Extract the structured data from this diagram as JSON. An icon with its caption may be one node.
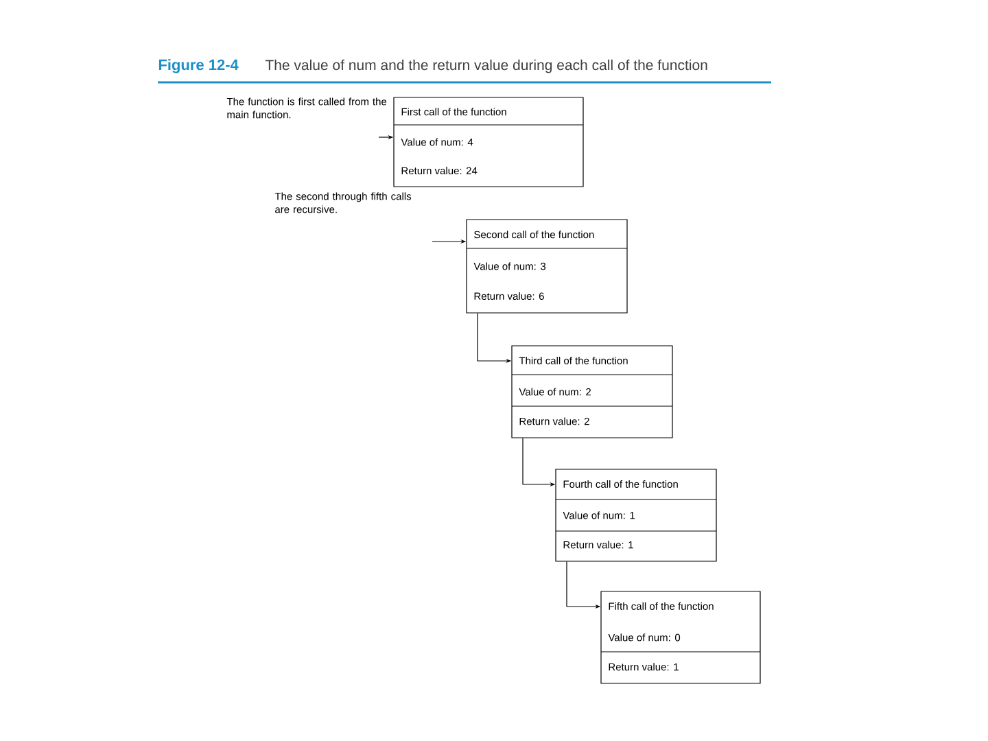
{
  "diagram": {
    "title": "The value of num and the return value during each call of the function",
    "nodes": [
      {
        "text": [
          "First call of the function",
          "Value of num: 4",
          "Return value: 24"
        ]
      },
      {
        "text": [
          "Second call of the function",
          "Value of num: 3",
          "Return value: 6"
        ]
      },
      {
        "text": [
          "Third call of the function",
          "Value of num: 2",
          "Return value: 2"
        ]
      },
      {
        "text": [
          "Fourth call of the function",
          "Value of num: 1",
          "Return value: 1"
        ]
      },
      {
        "text": [
          "Fifth call of the function",
          "Value of num: 0",
          "Return value: 1"
        ]
      }
    ],
    "edges": [
      {
        "from": null,
        "to": 0,
        "arrow": "to"
      },
      {
        "from": null,
        "to": 1,
        "arrow": "to"
      },
      {
        "from": 1,
        "to": 2,
        "arrow": "to"
      },
      {
        "from": 2,
        "to": 3,
        "arrow": "to"
      },
      {
        "from": 3,
        "to": 4,
        "arrow": "to"
      }
    ],
    "labels": [
      "Figure 12-4",
      "The function is first called from the main function.",
      "The second through fifth calls are recursive."
    ]
  }
}
